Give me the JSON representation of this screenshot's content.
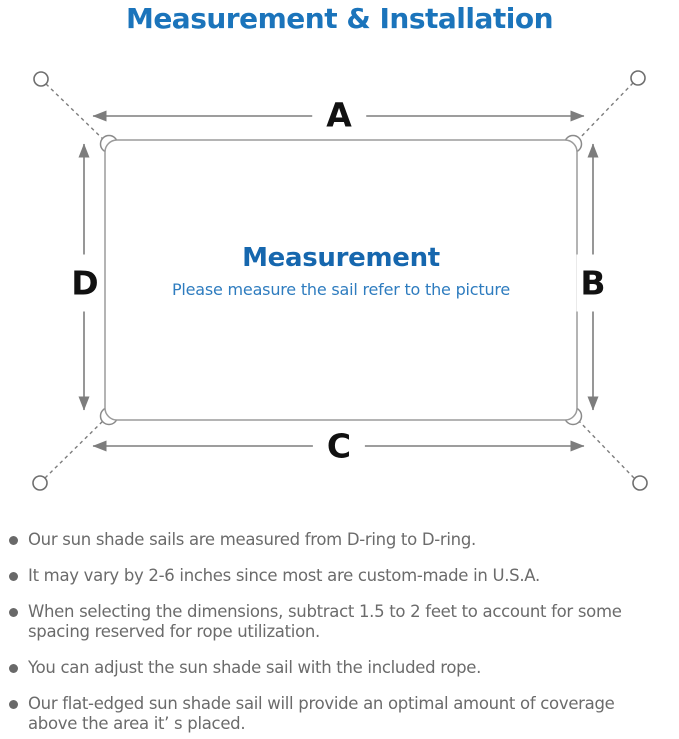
{
  "title": "Measurement & Installation",
  "diagram": {
    "dimension_labels": {
      "top": "A",
      "right": "B",
      "bottom": "C",
      "left": "D"
    },
    "center": {
      "title": "Measurement",
      "subtitle": "Please measure the sail refer to the picture"
    }
  },
  "notes": [
    "Our sun shade sails are measured from D-ring to D-ring.",
    "It may vary by 2-6 inches since most are custom-made in U.S.A.",
    "When selecting the dimensions, subtract 1.5 to 2 feet to account for some spacing reserved for rope utilization.",
    "You can adjust the sun shade sail with the included rope.",
    "Our flat-edged sun shade sail will provide an optimal amount of coverage above the area it’ s placed."
  ],
  "colors": {
    "title_blue": "#1b74bb",
    "center_blue": "#1667ae",
    "subtitle_blue": "#2e7cbf",
    "note_gray": "#6b6b6b",
    "line_gray": "#7d7d7d",
    "outline_gray": "#9b9b9b",
    "label_black": "#111111"
  }
}
